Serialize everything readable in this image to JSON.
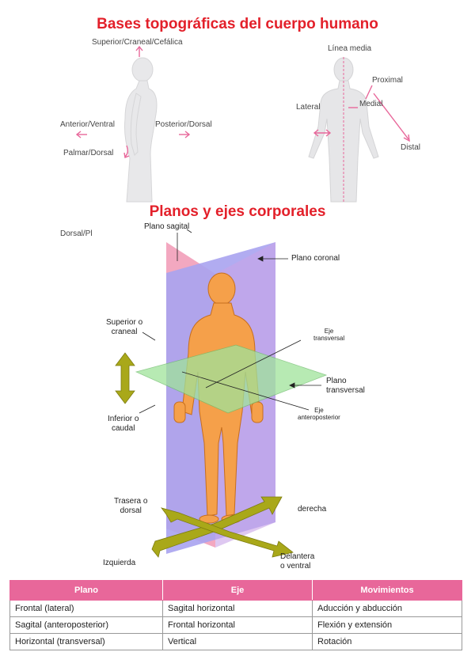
{
  "titles": {
    "top": "Bases topográficas del cuerpo humano",
    "middle": "Planos y ejes corporales"
  },
  "side_figure": {
    "superior": "Superior/Craneal/Cefálica",
    "anterior": "Anterior/Ventral",
    "posterior": "Posterior/Dorsal",
    "palmar": "Palmar/Dorsal"
  },
  "front_figure": {
    "linea_media": "Línea media",
    "proximal": "Proximal",
    "medial": "Medial",
    "lateral": "Lateral",
    "distal": "Distal"
  },
  "fragment": "Dorsal/Pl",
  "planes": {
    "sagital": "Plano sagital",
    "coronal": "Plano coronal",
    "transversal_1": "Plano",
    "transversal_2": "transversal",
    "eje_transversal_1": "Eje",
    "eje_transversal_2": "transversal",
    "eje_ap_1": "Eje",
    "eje_ap_2": "anteroposterior",
    "superior_1": "Superior o",
    "superior_2": "craneal",
    "inferior_1": "Inferior o",
    "inferior_2": "caudal",
    "trasera_1": "Trasera o",
    "trasera_2": "dorsal",
    "derecha": "derecha",
    "izquierda": "Izquierda",
    "delantera_1": "Delantera",
    "delantera_2": "o ventral"
  },
  "table": {
    "headers": [
      "Plano",
      "Eje",
      "Movimientos"
    ],
    "rows": [
      [
        "Frontal (lateral)",
        "Sagital horizontal",
        "Aducción y abducción"
      ],
      [
        "Sagital (anteroposterior)",
        "Frontal horizontal",
        "Flexión y extensión"
      ],
      [
        "Horizontal (transversal)",
        "Vertical",
        "Rotación"
      ]
    ]
  },
  "colors": {
    "title": "#e3202a",
    "arrow_pink": "#e8679a",
    "table_header": "#e8679a",
    "plane_pink": "#f2a3bd",
    "plane_blue": "#8fa1f0",
    "plane_green": "#9fe39a",
    "axis_olive": "#a9a819",
    "body_orange": "#f5a04a"
  }
}
